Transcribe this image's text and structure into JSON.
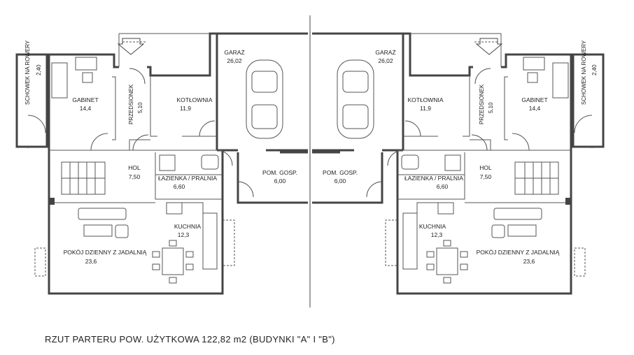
{
  "caption": "RZUT PARTERU POW. UŻYTKOWA 122,82 m2 (BUDYNKI \"A\" I \"B\")",
  "rooms": {
    "garage": {
      "name": "GARAŻ",
      "area": "26,02"
    },
    "boiler": {
      "name": "KOTŁOWNIA",
      "area": "11,9"
    },
    "office": {
      "name": "GABINET",
      "area": "14,4"
    },
    "vestibule": {
      "name": "PRZEDSIONEK",
      "area": "5,10"
    },
    "storage": {
      "name": "SCHOWEK NA ROWERY",
      "area": "2,40"
    },
    "hall": {
      "name": "HOL",
      "area": "7,50"
    },
    "bathroom": {
      "name": "ŁAZIENKA / PRALNIA",
      "area": "6,60"
    },
    "utility": {
      "name": "POM. GOSP.",
      "area": "6,00"
    },
    "kitchen": {
      "name": "KUCHNIA",
      "area": "12,3"
    },
    "living": {
      "name": "POKÓJ DZIENNY Z JADALNIĄ",
      "area": "23,6"
    }
  },
  "colors": {
    "wall": "#444444",
    "line": "#555555",
    "fill": "#8a8a8a"
  }
}
